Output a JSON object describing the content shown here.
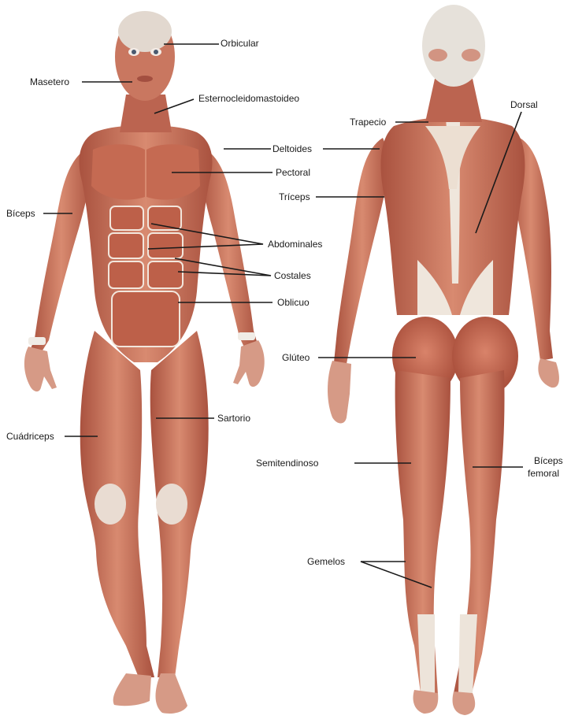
{
  "colors": {
    "muscle": "#c8735c",
    "muscle_dark": "#a04a38",
    "muscle_light": "#e0a08a",
    "tendon": "#efe6dc",
    "skull": "#e8e3dc",
    "leader": "#1a1a1a",
    "background": "#ffffff"
  },
  "labels": {
    "orbicular": "Orbicular",
    "masetero": "Masetero",
    "esternocleidomastoideo": "Esternocleidomastoideo",
    "deltoides": "Deltoides",
    "pectoral": "Pectoral",
    "biceps": "Bíceps",
    "abdominales": "Abdominales",
    "costales": "Costales",
    "oblicuo": "Oblicuo",
    "sartorio": "Sartorio",
    "cuadriceps": "Cuádriceps",
    "trapecio": "Trapecio",
    "dorsal": "Dorsal",
    "triceps": "Tríceps",
    "gluteo": "Glúteo",
    "semitendinoso": "Semitendinoso",
    "biceps_femoral_1": "Bíceps",
    "biceps_femoral_2": "femoral",
    "gemelos": "Gemelos"
  }
}
